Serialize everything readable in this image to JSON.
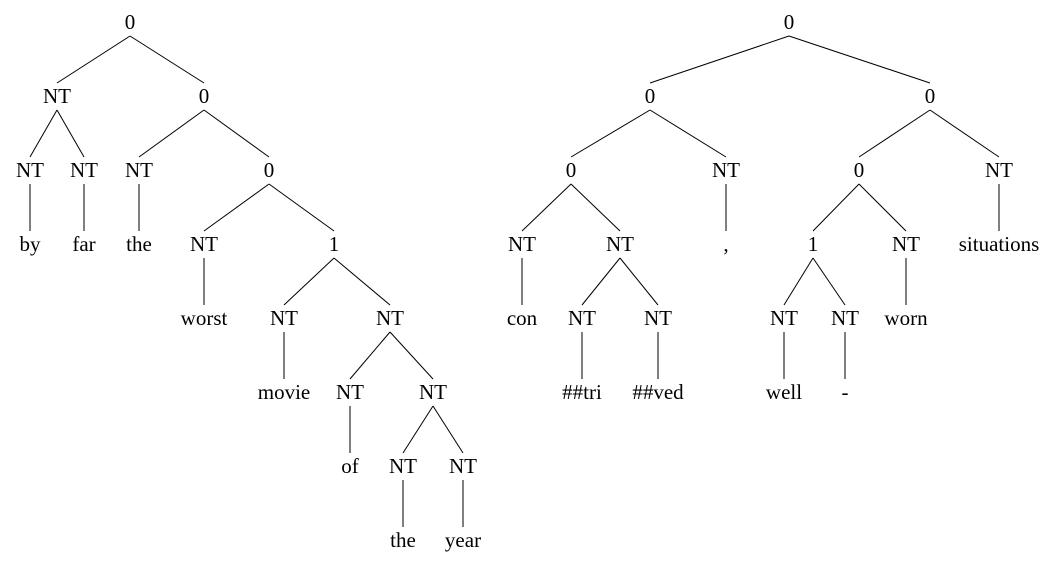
{
  "trees": [
    {
      "id": "left",
      "root": {
        "label": "0",
        "children": [
          {
            "label": "NT",
            "children": [
              {
                "label": "NT",
                "children": [
                  {
                    "label": "by"
                  }
                ]
              },
              {
                "label": "NT",
                "children": [
                  {
                    "label": "far"
                  }
                ]
              }
            ]
          },
          {
            "label": "0",
            "children": [
              {
                "label": "NT",
                "children": [
                  {
                    "label": "the"
                  }
                ]
              },
              {
                "label": "0",
                "children": [
                  {
                    "label": "NT",
                    "children": [
                      {
                        "label": "worst"
                      }
                    ]
                  },
                  {
                    "label": "1",
                    "children": [
                      {
                        "label": "NT",
                        "children": [
                          {
                            "label": "movie"
                          }
                        ]
                      },
                      {
                        "label": "NT",
                        "children": [
                          {
                            "label": "NT",
                            "children": [
                              {
                                "label": "of"
                              }
                            ]
                          },
                          {
                            "label": "NT",
                            "children": [
                              {
                                "label": "NT",
                                "children": [
                                  {
                                    "label": "the"
                                  }
                                ]
                              },
                              {
                                "label": "NT",
                                "children": [
                                  {
                                    "label": "year"
                                  }
                                ]
                              }
                            ]
                          }
                        ]
                      }
                    ]
                  }
                ]
              }
            ]
          }
        ]
      }
    },
    {
      "id": "right",
      "root": {
        "label": "0",
        "children": [
          {
            "label": "0",
            "children": [
              {
                "label": "0",
                "children": [
                  {
                    "label": "NT",
                    "children": [
                      {
                        "label": "con"
                      }
                    ]
                  },
                  {
                    "label": "NT",
                    "children": [
                      {
                        "label": "NT",
                        "children": [
                          {
                            "label": "##tri"
                          }
                        ]
                      },
                      {
                        "label": "NT",
                        "children": [
                          {
                            "label": "##ved"
                          }
                        ]
                      }
                    ]
                  }
                ]
              },
              {
                "label": "NT",
                "children": [
                  {
                    "label": ","
                  }
                ]
              }
            ]
          },
          {
            "label": "0",
            "children": [
              {
                "label": "0",
                "children": [
                  {
                    "label": "1",
                    "children": [
                      {
                        "label": "NT",
                        "children": [
                          {
                            "label": "well"
                          }
                        ]
                      },
                      {
                        "label": "NT",
                        "children": [
                          {
                            "label": "-"
                          }
                        ]
                      }
                    ]
                  },
                  {
                    "label": "NT",
                    "children": [
                      {
                        "label": "worn"
                      }
                    ]
                  }
                ]
              },
              {
                "label": "NT",
                "children": [
                  {
                    "label": "situations"
                  }
                ]
              }
            ]
          }
        ]
      }
    }
  ]
}
